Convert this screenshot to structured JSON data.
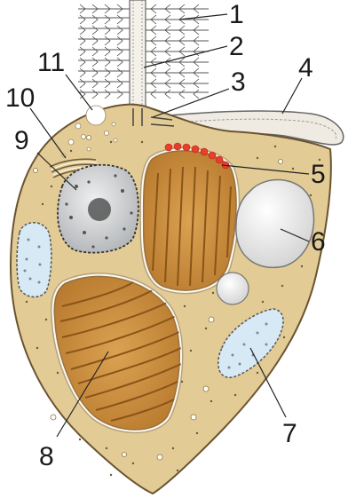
{
  "labels": [
    {
      "id": "1",
      "text": "1"
    },
    {
      "id": "2",
      "text": "2"
    },
    {
      "id": "3",
      "text": "3"
    },
    {
      "id": "4",
      "text": "4"
    },
    {
      "id": "5",
      "text": "5"
    },
    {
      "id": "6",
      "text": "6"
    },
    {
      "id": "7",
      "text": "7"
    },
    {
      "id": "8",
      "text": "8"
    },
    {
      "id": "9",
      "text": "9"
    },
    {
      "id": "10",
      "text": "10"
    },
    {
      "id": "11",
      "text": "11"
    }
  ],
  "colors": {
    "cytoplasm": "#e3cb96",
    "cell_outline": "#6a5430",
    "chloroplast": "#c58a3a",
    "chloroplast_lamellae": "#8a5418",
    "nucleus": "#d3d5d7",
    "vacuole": "#ebebeb",
    "mitochondrion": "#d6e9f4",
    "eyespot": "#e83f2b",
    "leader_line": "#222222"
  }
}
